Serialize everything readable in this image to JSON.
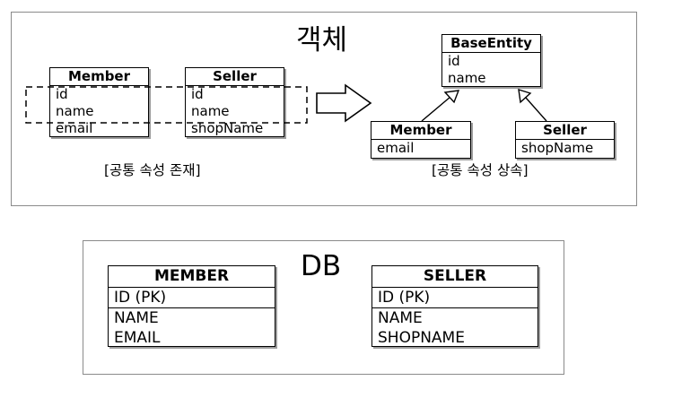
{
  "object_panel": {
    "title": "객체",
    "caption_left": "[공통 속성 존재]",
    "caption_right": "[공통 속성 상속]",
    "member": {
      "name": "Member",
      "fields": [
        "id",
        "name",
        "email"
      ]
    },
    "seller": {
      "name": "Seller",
      "fields": [
        "id",
        "name",
        "shopName"
      ]
    },
    "base_entity": {
      "name": "BaseEntity",
      "fields": [
        "id",
        "name"
      ]
    },
    "member_child": {
      "name": "Member",
      "fields": [
        "email"
      ]
    },
    "seller_child": {
      "name": "Seller",
      "fields": [
        "shopName"
      ]
    }
  },
  "db_panel": {
    "title": "DB",
    "member_table": {
      "name": "MEMBER",
      "pk": "ID (PK)",
      "columns": [
        "NAME",
        "EMAIL"
      ]
    },
    "seller_table": {
      "name": "SELLER",
      "pk": "ID (PK)",
      "columns": [
        "NAME",
        "SHOPNAME"
      ]
    }
  }
}
